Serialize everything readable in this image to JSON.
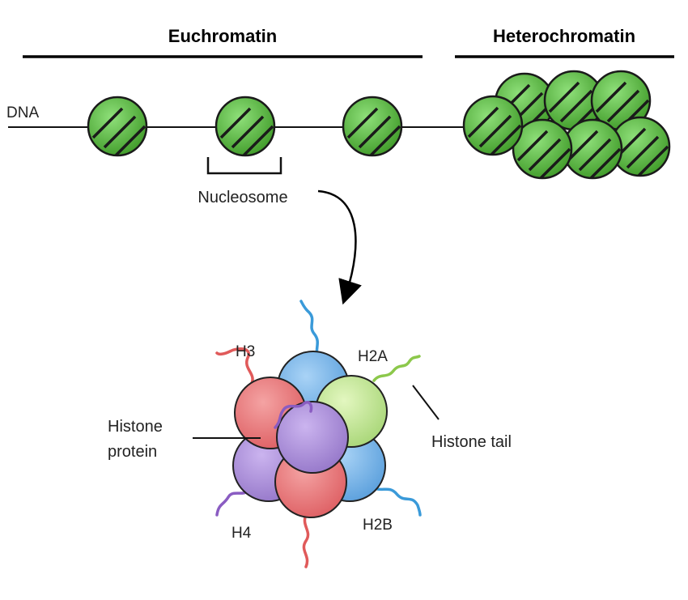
{
  "headers": {
    "euchromatin": "Euchromatin",
    "heterochromatin": "Heterochromatin"
  },
  "labels": {
    "dna": "DNA",
    "nucleosome": "Nucleosome",
    "histone_protein_line1": "Histone",
    "histone_protein_line2": "protein",
    "histone_tail": "Histone tail",
    "h3": "H3",
    "h2a": "H2A",
    "h4": "H4",
    "h2b": "H2B"
  },
  "colors": {
    "nucleosome_green": "#5cb83c",
    "h3_red": "#e8767a",
    "h4_purple": "#a887d2",
    "h2a_green": "#bde28a",
    "h2b_blue": "#6aaee6",
    "tail_red": "#e05a5a",
    "tail_blue": "#3a9ad9",
    "tail_green": "#8cc84b",
    "tail_purple": "#8a5cc2"
  }
}
